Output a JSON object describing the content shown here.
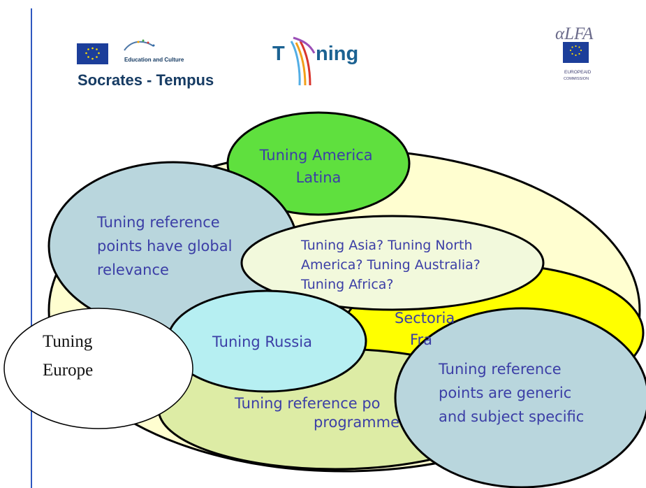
{
  "header": {
    "socrates_tempus": "Socrates - Tempus",
    "education_culture": "Education and Culture",
    "tuning_logo_prefix": "T",
    "tuning_logo_suffix": "ning",
    "alfa_logo": "αLFA",
    "europeaid": "EUROPEAID",
    "commission": "COMMISSION"
  },
  "diagram": {
    "america_latina": [
      "Tuning America",
      "Latina"
    ],
    "global_relevance": [
      "Tuning reference",
      "points have global",
      "relevance"
    ],
    "other_regions": [
      "Tuning Asia? Tuning North",
      "America? Tuning Australia?",
      "Tuning Africa?"
    ],
    "sectoral": [
      "Sectoria",
      "Fra"
    ],
    "russia": "Tuning Russia",
    "europe": [
      "Tuning",
      "Europe"
    ],
    "programme": [
      "Tuning reference po",
      "programme"
    ],
    "generic_specific": [
      "Tuning reference",
      "points are generic",
      "and subject specific"
    ]
  },
  "colors": {
    "left_rule": "#2f58c0",
    "large_disc": "#fffed0",
    "america_latina": "#5fe03e",
    "global_relevance": "#b9d6dd",
    "other_regions": "#f2f9dc",
    "sectoral": "#ffff00",
    "russia": "#b6eff2",
    "programme": "#ddeca5",
    "generic_specific": "#b9d6dd",
    "europe": "#ffffff",
    "label_blue": "#3b3ea6"
  }
}
